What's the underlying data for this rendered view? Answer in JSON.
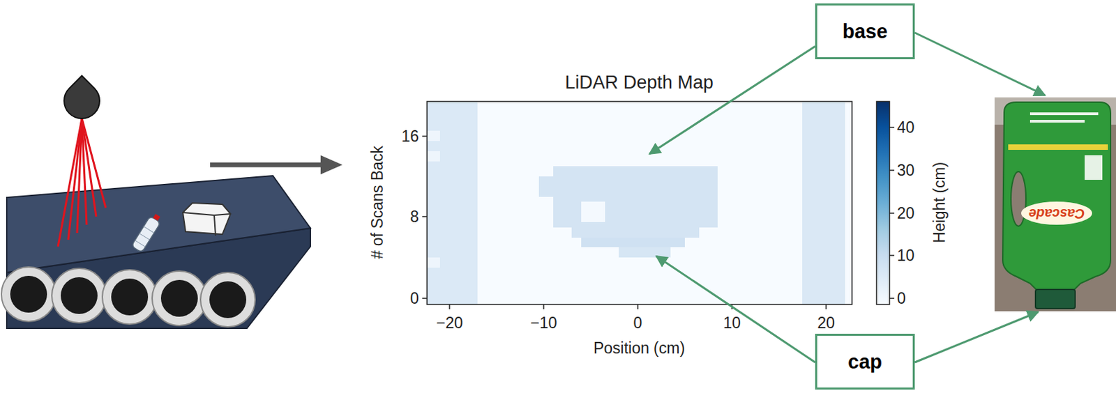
{
  "diagram": {
    "nodes": [
      {
        "text": [
          "base"
        ]
      },
      {
        "text": [
          "cap"
        ]
      }
    ],
    "labels": [
      "LiDAR Depth Map",
      "16",
      "8",
      "0",
      "−20",
      "−10",
      "0",
      "10",
      "20",
      "Position (cm)",
      "# of Scans Back",
      "40",
      "30",
      "20",
      "10",
      "0",
      "Height (cm)",
      "Cascade"
    ]
  }
}
